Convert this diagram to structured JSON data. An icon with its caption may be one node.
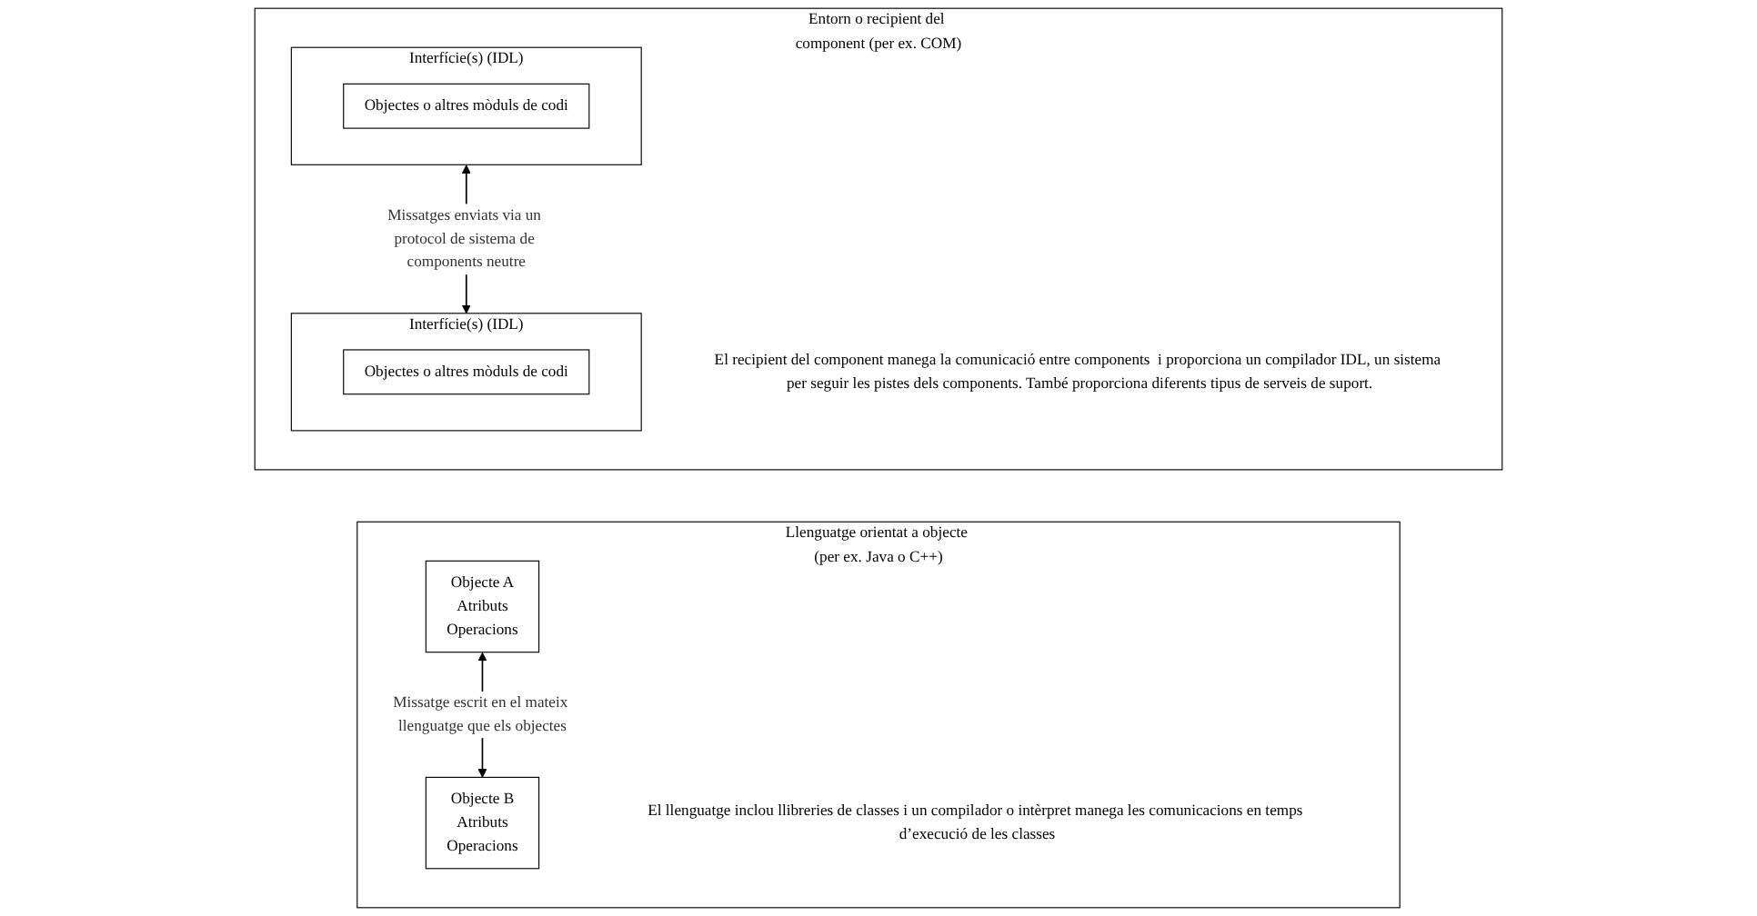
{
  "diagram": {
    "nodes": [
      {
        "text": [
          "Llenguatge orientat a objecte (per ex. Java o C++)",
          "El llenguatge inclou llibreries de classes i un compilador o intèrpret manega les comunicacions en temps d’execució de les classes"
        ]
      },
      {
        "text": [
          "Objecte A",
          "Atributs",
          "Operacions"
        ],
        "in": 0
      },
      {
        "text": [
          "Objecte B",
          "Atributs",
          "Operacions"
        ],
        "in": 0
      },
      {
        "text": [
          "Entorn o recipient del component (per ex. COM)",
          "El recipient del component manega la comunicació entre components  i proporciona un compilador IDL, un sistema per seguir les pistes dels components. També proporciona diferents tipus de serveis de suport."
        ]
      },
      {
        "text": [
          "Interfície(s) (IDL)"
        ],
        "in": 3
      },
      {
        "text": [
          "Objectes o altres mòduls de codi"
        ],
        "in": 4
      },
      {
        "text": [
          "Interfície(s) (IDL)"
        ],
        "in": 3
      },
      {
        "text": [
          "Objectes o altres mòduls de codi"
        ],
        "in": 6
      }
    ],
    "edges": [
      {
        "from": 1,
        "to": 2,
        "arrow": "both",
        "label": "Missatge escrit en el mateix llenguatge que els objectes"
      },
      {
        "from": 4,
        "to": 6,
        "arrow": "both",
        "label": "Missatges enviats via un protocol de sistema de components neutre"
      }
    ]
  }
}
